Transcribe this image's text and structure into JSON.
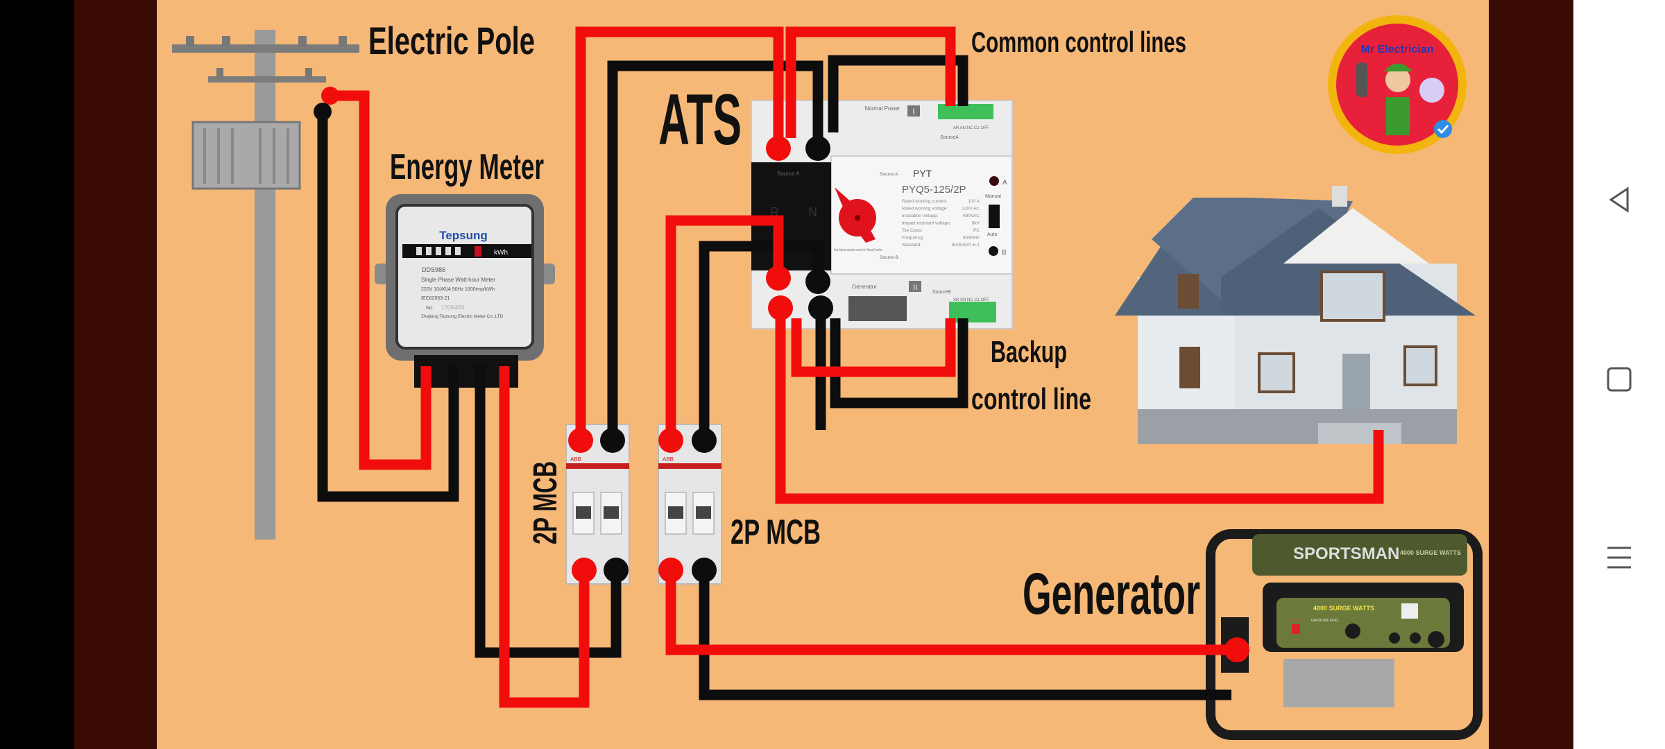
{
  "labels": {
    "electric_pole": "Electric Pole",
    "energy_meter": "Energy Meter",
    "ats": "ATS",
    "common_control_lines": "Common control lines",
    "backup_line1": "Backup",
    "backup_line2": "control line",
    "mcb_left": "2P MCB",
    "mcb_right": "2P MCB",
    "generator": "Generator"
  },
  "meter": {
    "brand": "Tepsung",
    "unit": "kWh",
    "model": "DDS986",
    "type": "Single Phase Watt-hour Meter",
    "rating": "220V  10(40)A  50Hz  1600imp/kWh",
    "standard": "IEC62053-21",
    "serial_label": "No.",
    "serial": "1706I434",
    "maker": "Zhejiang Tepsung Electric Meter Co.,LTD"
  },
  "ats_device": {
    "normal_power": "Normal Power",
    "roman_1": "I",
    "roman_2": "II",
    "generator": "Generator",
    "source_a_top": "SourceA",
    "source_b_bottom": "SourceB",
    "terminals_a": "AR AN NC C1 OFF",
    "terminals_b": "SR SN NC C1 OFF",
    "source_a_block": "Source A",
    "r": "R",
    "n": "N",
    "source_a": "Source A",
    "source_b": "Source B",
    "brand": "PYT",
    "model": "PYQ5-125/2P",
    "specs": [
      {
        "k": "Rated working current:",
        "v": "100 A"
      },
      {
        "k": "Rated working voltage:",
        "v": "220V AC"
      },
      {
        "k": "Insulation voltage:",
        "v": "690VAC"
      },
      {
        "k": "Impact-resistant voltage:",
        "v": "8kV"
      },
      {
        "k": "Tse Class:",
        "v": "PC"
      },
      {
        "k": "Frequency:",
        "v": "50/60Hz"
      },
      {
        "k": "Standard:",
        "v": "IEC60947-6-1"
      }
    ],
    "manual": "Manual",
    "auto": "Auto",
    "ind_a": "A",
    "ind_b": "B",
    "note": "Note: Manual operation must be in \"Manual\" position"
  },
  "mcb": {
    "brand": "ABB"
  },
  "generator_unit": {
    "brand": "SPORTSMAN",
    "surge_top": "4000 SURGE WATTS",
    "surge_panel": "4000 SURGE WATTS",
    "fuel": "GASOLINE FUEL",
    "power": "POWER"
  },
  "logo": {
    "text": "Mr Electrician",
    "verified_icon": "check-badge-icon"
  },
  "colors": {
    "background": "#F6B877",
    "live_wire": "#F20D0D",
    "neutral_wire": "#0D0D0D",
    "side_bar": "#3A0A04"
  },
  "navbar": {
    "icons": [
      "back-triangle-icon",
      "home-square-icon",
      "recents-menu-icon"
    ]
  }
}
